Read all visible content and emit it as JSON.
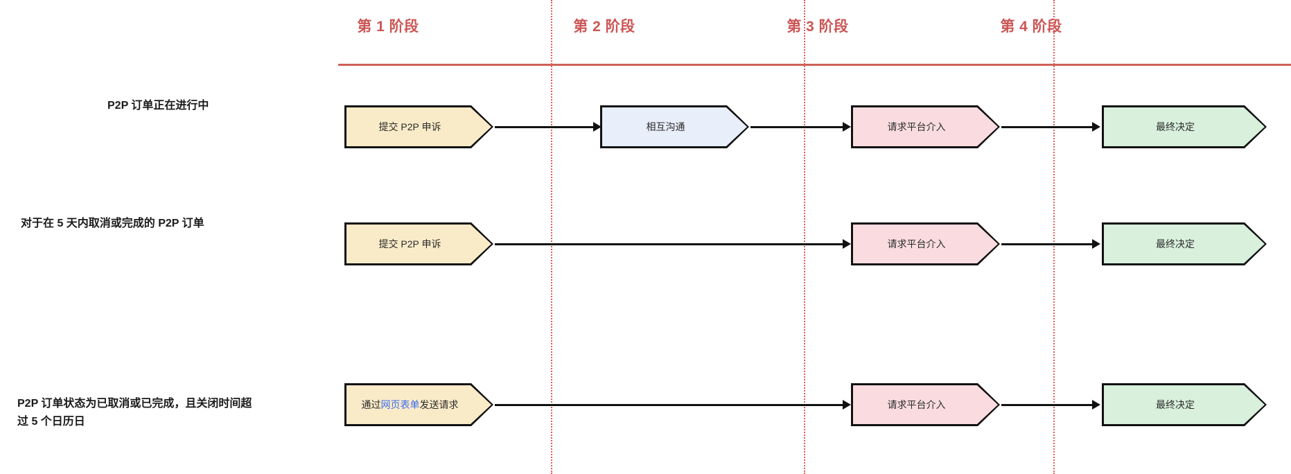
{
  "diagram": {
    "title_bar_color": "#cf6058",
    "stage_header_color": "#cc5555",
    "divider_color": "#e05b5b",
    "stages": [
      {
        "label": "第 1 阶段"
      },
      {
        "label": "第 2 阶段"
      },
      {
        "label": "第 3 阶段"
      },
      {
        "label": "第 4 阶段"
      }
    ],
    "rows": [
      {
        "label": "P2P 订单正在进行中",
        "steps": [
          {
            "text": "提交 P2P 申诉",
            "fill": "#faebc8",
            "stage": 1
          },
          {
            "text": "相互沟通",
            "fill": "#e8eefa",
            "stage": 2
          },
          {
            "text": "请求平台介入",
            "fill": "#fadce0",
            "stage": 3
          },
          {
            "text": "最终决定",
            "fill": "#d8f0dc",
            "stage": 4
          }
        ]
      },
      {
        "label": "对于在 5 天内取消或完成的 P2P 订单",
        "steps": [
          {
            "text": "提交 P2P 申诉",
            "fill": "#faebc8",
            "stage": 1
          },
          {
            "text": "请求平台介入",
            "fill": "#fadce0",
            "stage": 3
          },
          {
            "text": "最终决定",
            "fill": "#d8f0dc",
            "stage": 4
          }
        ]
      },
      {
        "label_line1": "P2P 订单状态为已取消或已完成，且关闭时间超",
        "label_line2": "过 5 个日历日",
        "steps": [
          {
            "text_prefix": "通过",
            "text_link": "网页表单",
            "text_suffix": "发送请求",
            "fill": "#faebc8",
            "stage": 1
          },
          {
            "text": "请求平台介入",
            "fill": "#fadce0",
            "stage": 3
          },
          {
            "text": "最终决定",
            "fill": "#d8f0dc",
            "stage": 4
          }
        ]
      }
    ]
  }
}
